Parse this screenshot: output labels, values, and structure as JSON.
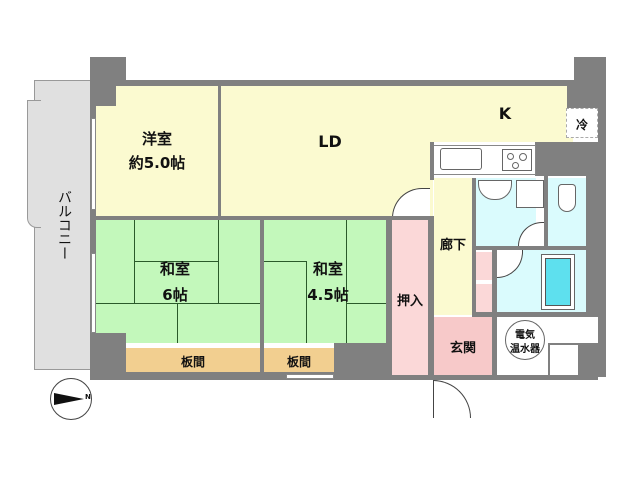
{
  "floorplan": {
    "rooms": {
      "western_room": {
        "name": "洋室",
        "size": "約5.0帖"
      },
      "living_dining": {
        "name": "LD"
      },
      "kitchen": {
        "name": "K"
      },
      "refrigerator": {
        "name": "冷"
      },
      "japanese_room_1": {
        "name": "和室",
        "size": "6帖"
      },
      "japanese_room_2": {
        "name": "和室",
        "size": "4.5帖"
      },
      "closet": {
        "name": "押入"
      },
      "hallway": {
        "name": "廊下"
      },
      "entrance": {
        "name": "玄関"
      },
      "water_heater": {
        "line1": "電気",
        "line2": "温水器"
      },
      "floorboard_1": {
        "name": "板間"
      },
      "floorboard_2": {
        "name": "板間"
      },
      "balcony": {
        "name": "バルコニー"
      }
    },
    "compass": {
      "direction": "N"
    },
    "colors": {
      "wall": "#808080",
      "yellow": "#fbfad0",
      "tatami": "#c3f8bb",
      "closet": "#fbd8d8",
      "water": "#dafbfd",
      "floorboard": "#f2cf90",
      "balcony": "#e0e0e0"
    }
  }
}
